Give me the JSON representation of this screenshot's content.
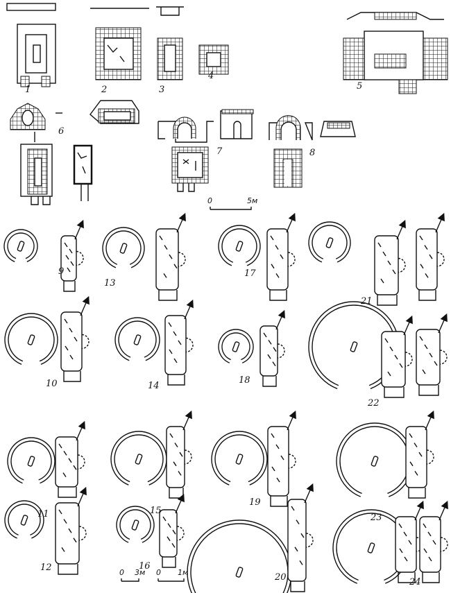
{
  "figure_labels": [
    "1",
    "2",
    "3",
    "4",
    "5",
    "6",
    "7",
    "8",
    "9",
    "10",
    "11",
    "12",
    "13",
    "14",
    "15",
    "16",
    "17",
    "18",
    "19",
    "20",
    "21",
    "22",
    "23",
    "24"
  ],
  "scales": {
    "top": {
      "zero": "0",
      "end": "5м"
    },
    "ring": {
      "zero": "0",
      "end": "3м"
    },
    "pit": {
      "zero": "0",
      "end": "1м"
    }
  }
}
